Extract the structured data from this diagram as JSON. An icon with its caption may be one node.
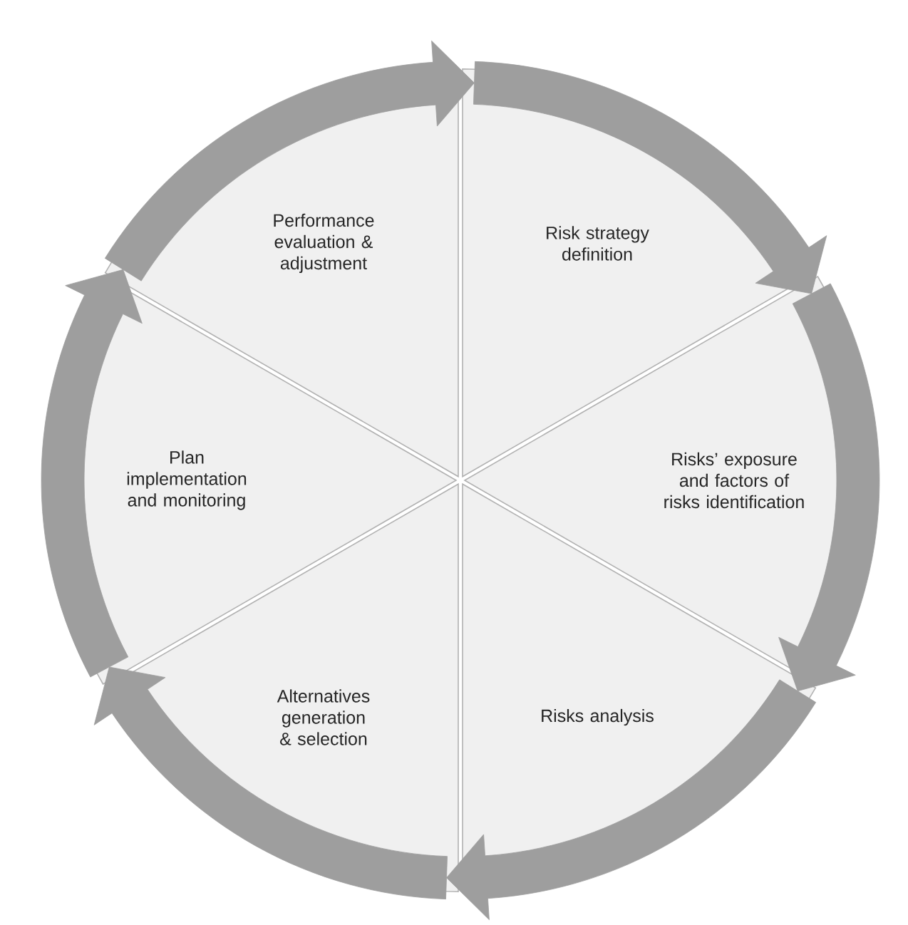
{
  "diagram": {
    "nodes": [
      {
        "text": [
          "Performance evaluation & adjustment"
        ]
      },
      {
        "text": [
          "Risk strategy definition"
        ]
      },
      {
        "text": [
          "Plan implementation and monitoring"
        ]
      },
      {
        "text": [
          "Risks’ exposure and factors of risks identification"
        ]
      },
      {
        "text": [
          "Alternatives generation & selection"
        ]
      },
      {
        "text": [
          "Risks analysis"
        ]
      }
    ],
    "edges": [
      {
        "from": 0,
        "to": 1,
        "arrow": "to"
      },
      {
        "from": 1,
        "to": 3,
        "arrow": "to"
      },
      {
        "from": 3,
        "to": 5,
        "arrow": "to"
      },
      {
        "from": 5,
        "to": 4,
        "arrow": "to"
      },
      {
        "from": 4,
        "to": 2,
        "arrow": "to"
      },
      {
        "from": 2,
        "to": 0,
        "arrow": "to"
      }
    ]
  }
}
